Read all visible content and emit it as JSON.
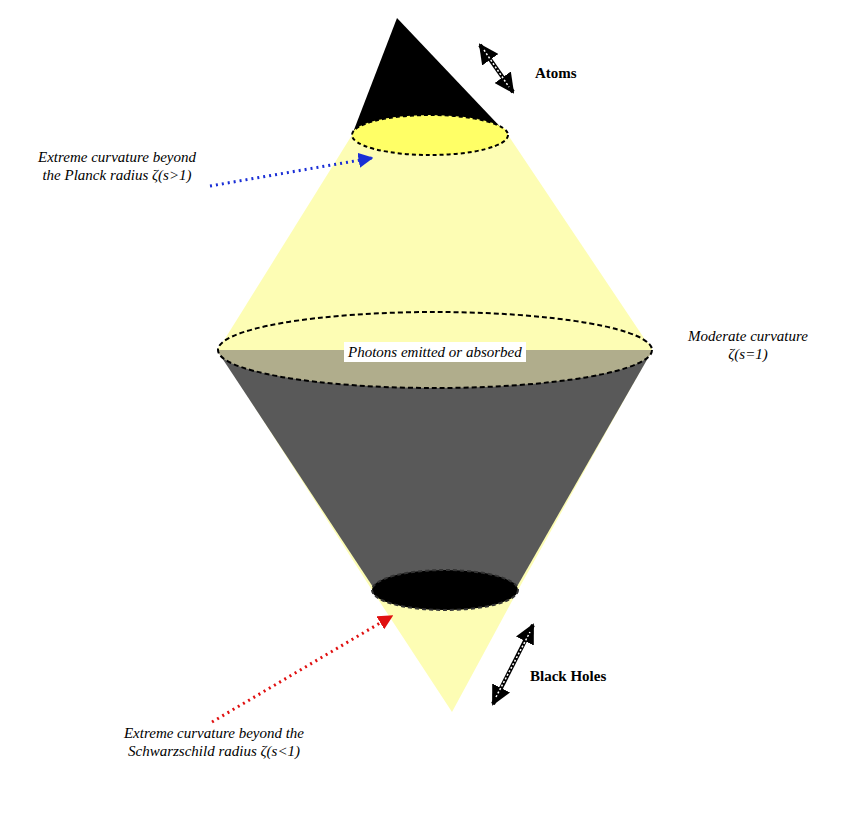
{
  "diagram": {
    "labels": [
      "Atoms",
      "Extreme curvature beyond the Planck radius ζ(s>1)",
      "Photons emitted or absorbed",
      "Moderate curvature ζ(s=1)",
      "Black Holes",
      "Extreme curvature beyond the Schwarzschild radius ζ(s<1)"
    ]
  }
}
